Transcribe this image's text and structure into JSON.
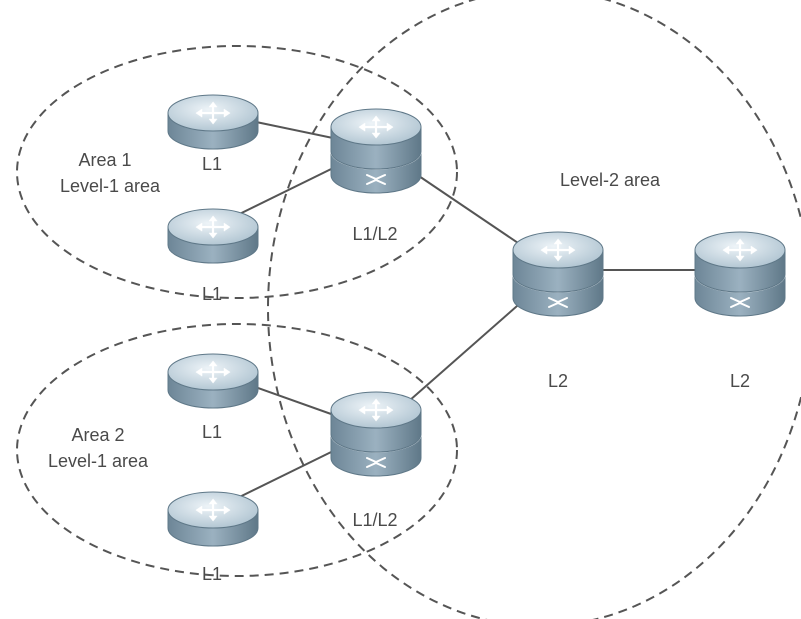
{
  "areas": [
    {
      "id": "area1",
      "lines": [
        "Area 1",
        "Level-1 area"
      ]
    },
    {
      "id": "area2",
      "lines": [
        "Area 2",
        "Level-1 area"
      ]
    },
    {
      "id": "level2",
      "lines": [
        "Level-2 area"
      ]
    }
  ],
  "routers": [
    {
      "id": "r1",
      "label": "L1",
      "type": "l1"
    },
    {
      "id": "r2",
      "label": "L1",
      "type": "l1"
    },
    {
      "id": "r3",
      "label": "L1/L2",
      "type": "l12"
    },
    {
      "id": "r4",
      "label": "L1",
      "type": "l1"
    },
    {
      "id": "r5",
      "label": "L1",
      "type": "l1"
    },
    {
      "id": "r6",
      "label": "L1/L2",
      "type": "l12"
    },
    {
      "id": "r7",
      "label": "L2",
      "type": "l2"
    },
    {
      "id": "r8",
      "label": "L2",
      "type": "l2"
    }
  ],
  "links": [
    [
      "r1",
      "r3"
    ],
    [
      "r2",
      "r3"
    ],
    [
      "r4",
      "r6"
    ],
    [
      "r5",
      "r6"
    ],
    [
      "r3",
      "r7"
    ],
    [
      "r6",
      "r7"
    ],
    [
      "r7",
      "r8"
    ]
  ],
  "colors": {
    "router_top": "#d4e1ea",
    "router_side": "#7d96a6",
    "router_edge": "#5f7888",
    "link": "#555555",
    "area_border": "#555555",
    "text": "#4a4a4a"
  }
}
